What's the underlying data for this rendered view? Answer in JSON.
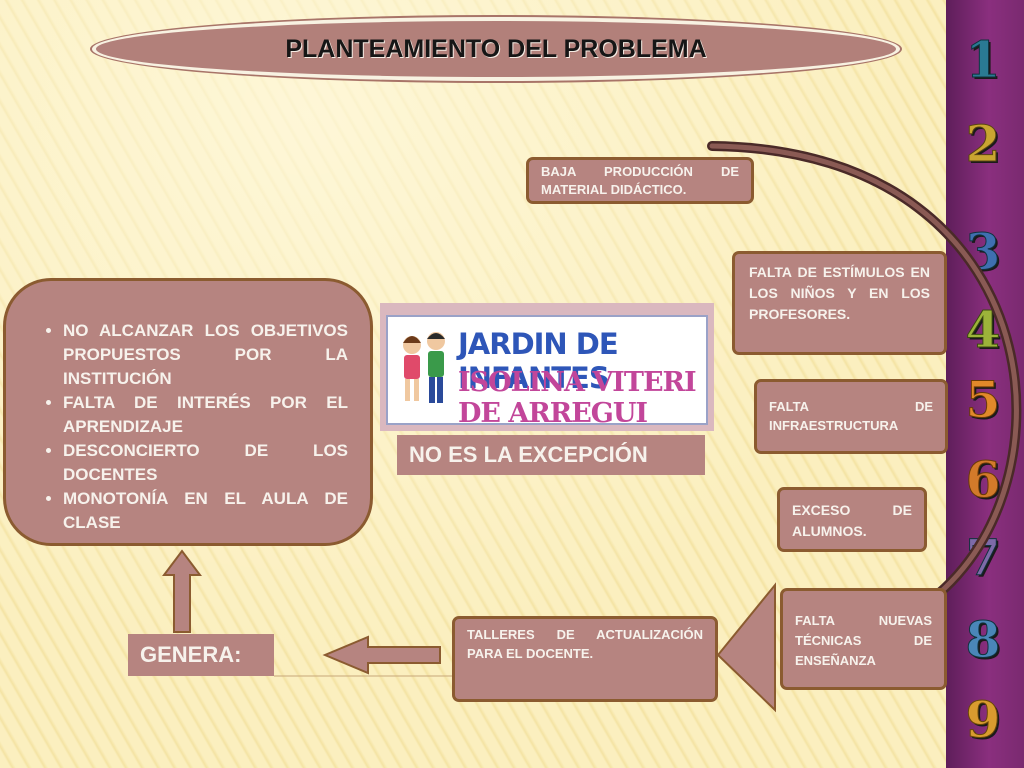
{
  "title": "PLANTEAMIENTO DEL PROBLEMA",
  "effects": [
    "NO ALCANZAR LOS OBJETIVOS PROPUESTOS POR LA INSTITUCIÓN",
    "FALTA DE INTERÉS POR EL APRENDIZAJE",
    "DESCONCIERTO DE LOS DOCENTES",
    "MONOTONÍA EN EL AULA DE CLASE"
  ],
  "logo": {
    "line1": "JARDIN DE INFANTES",
    "line2": "ISOLINA VITERI DE ARREGUI"
  },
  "no_excepcion": "NO ES LA EXCEPCIÓN",
  "genera": "GENERA:",
  "causes": {
    "material": "BAJA PRODUCCIÓN DE MATERIAL DIDÁCTICO.",
    "estimulos": "FALTA DE ESTÍMULOS EN LOS NIÑOS Y EN LOS PROFESORES.",
    "infraestructura": "FALTA DE INFRAESTRUCTURA",
    "alumnos": "EXCESO DE ALUMNOS.",
    "tecnicas": "FALTA NUEVAS TÉCNICAS DE ENSEÑANZA",
    "talleres": "TALLERES DE ACTUALIZACIÓN PARA EL DOCENTE."
  },
  "side_numbers": [
    "1",
    "2",
    "3",
    "4",
    "5",
    "6",
    "7",
    "8",
    "9"
  ]
}
